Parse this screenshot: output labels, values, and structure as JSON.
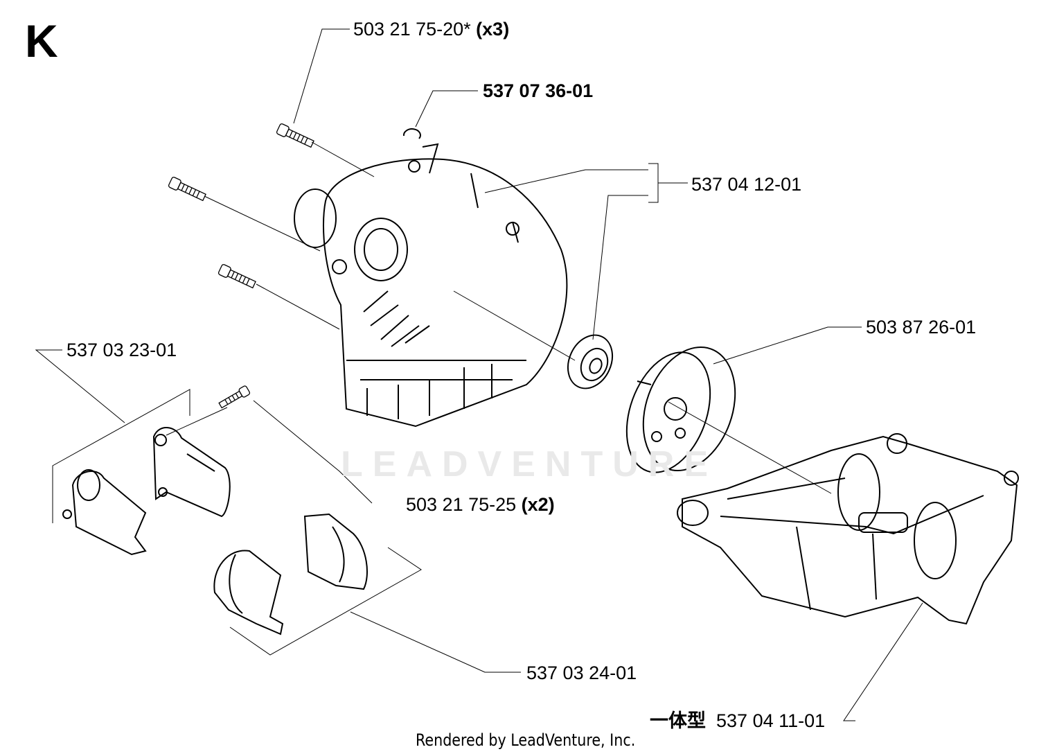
{
  "section_letter": "K",
  "watermark": "LEADVENTURE",
  "credit": "Rendered by LeadVenture, Inc.",
  "labels": {
    "screw_top": {
      "part": "503 21 75-20*",
      "qty": "(x3)"
    },
    "clip": {
      "part": "537 07 36-01"
    },
    "crankcase_half": {
      "part": "537 04 12-01"
    },
    "bearing_housing": {
      "part": "503 87 26-01"
    },
    "bushing_set_a": {
      "part": "537 03 23-01"
    },
    "screw_small": {
      "part": "503 21 75-25",
      "qty": "(x2)"
    },
    "bushing_set_b": {
      "part": "537 03 24-01"
    },
    "crankcase_full": {
      "prefix": "一体型",
      "part": "537 04 11-01"
    }
  }
}
